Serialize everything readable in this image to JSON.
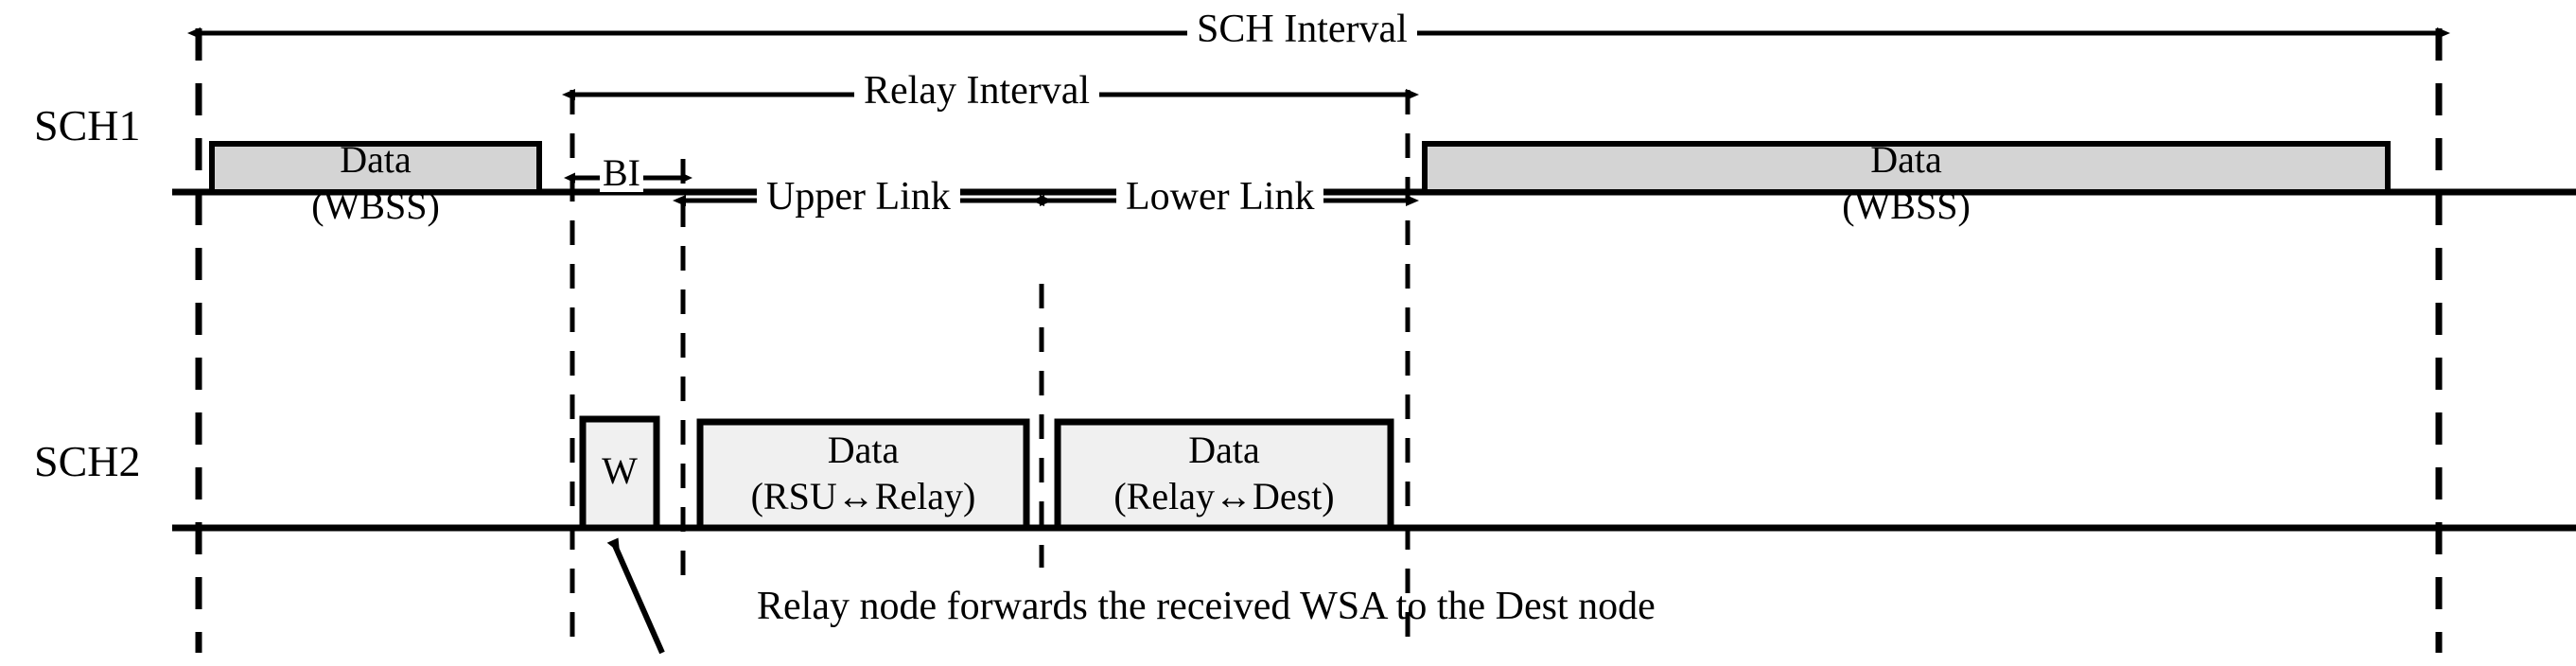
{
  "diagram": {
    "title": "SCH Interval relay timing diagram",
    "type": "timing-diagram",
    "colors": {
      "wbss_fill": "#d4d4d4",
      "relay_fill": "#f0f0f0",
      "stroke": "#000000",
      "background": "#ffffff"
    }
  },
  "channels": [
    {
      "id": "sch1",
      "label": "SCH1"
    },
    {
      "id": "sch2",
      "label": "SCH2"
    }
  ],
  "intervals": [
    {
      "id": "sch-interval",
      "label": "SCH Interval",
      "heads": "both"
    },
    {
      "id": "relay-interval",
      "label": "Relay Interval",
      "heads": "both"
    },
    {
      "id": "bi",
      "label": "BI",
      "heads": "both"
    },
    {
      "id": "upper-link",
      "label": "Upper Link",
      "heads": "both"
    },
    {
      "id": "lower-link",
      "label": "Lower Link",
      "heads": "both"
    }
  ],
  "blocks": {
    "sch1_left": {
      "line1": "Data",
      "line2": "(WBSS)"
    },
    "sch1_right": {
      "line1": "Data",
      "line2": "(WBSS)"
    },
    "sch2_wsa": {
      "line1": "W"
    },
    "sch2_upper": {
      "line1": "Data",
      "line2": "(RSU↔Relay)"
    },
    "sch2_lower": {
      "line1": "Data",
      "line2": "(Relay↔Dest)"
    }
  },
  "annotation": {
    "caption": "Relay node forwards the received WSA to the Dest node",
    "pointer": "callout-arrow-icon"
  }
}
